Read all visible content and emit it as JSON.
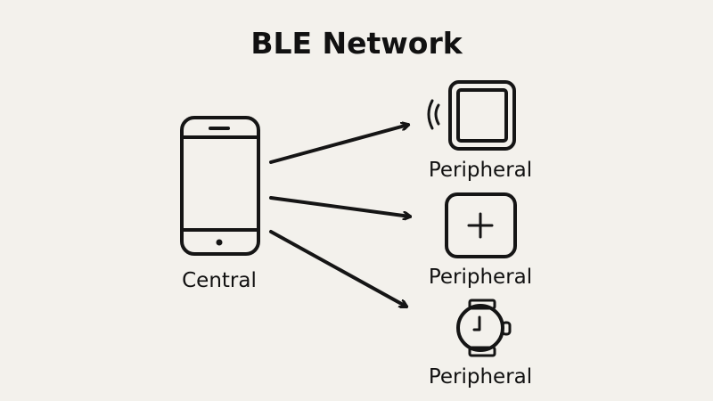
{
  "title": "BLE Network",
  "central": {
    "label": "Central",
    "icon": "smartphone-icon"
  },
  "peripherals": [
    {
      "label": "Peripheral",
      "icon": "wearable-device-signal-icon"
    },
    {
      "label": "Peripheral",
      "icon": "medical-device-plus-icon"
    },
    {
      "label": "Peripheral",
      "icon": "smartwatch-icon"
    }
  ],
  "colors": {
    "background": "#f3f1ec",
    "ink": "#151515"
  }
}
